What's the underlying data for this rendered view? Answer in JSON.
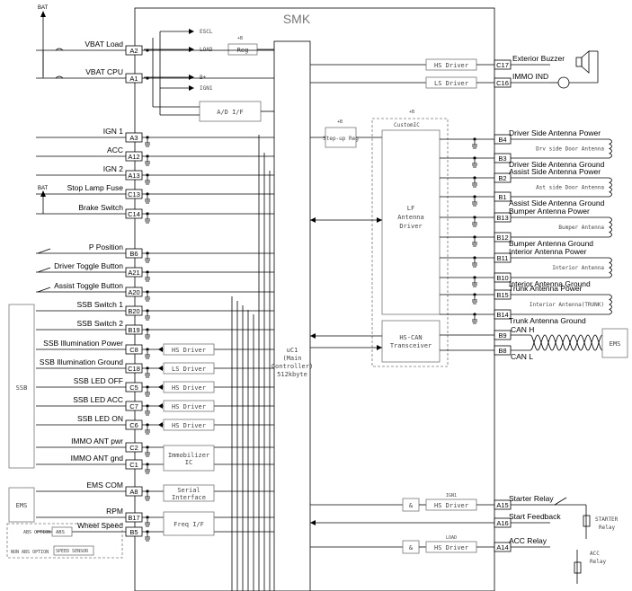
{
  "module": {
    "title": "SMK"
  },
  "top_left": {
    "bat1": "BAT",
    "bat2": "BAT"
  },
  "top_internal": {
    "escl": "ESCL",
    "load": "LOAD",
    "b_plus": "B+",
    "ign1": "IGN1",
    "reg": "Reg",
    "plus_b": "+B",
    "adif": "A/D I/F"
  },
  "left_pins": [
    {
      "label": "VBAT Load",
      "pin": "A2"
    },
    {
      "label": "VBAT CPU",
      "pin": "A1"
    },
    {
      "label": "IGN 1",
      "pin": "A3"
    },
    {
      "label": "ACC",
      "pin": "A12"
    },
    {
      "label": "IGN 2",
      "pin": "A13"
    },
    {
      "label": "Stop Lamp Fuse",
      "pin": "C13"
    },
    {
      "label": "Brake Switch",
      "pin": "C14"
    },
    {
      "label": "P Position",
      "pin": "B6"
    },
    {
      "label": "Driver Toggle Button",
      "pin": "A21"
    },
    {
      "label": "Assist Toggle Button",
      "pin": "A20"
    },
    {
      "label": "SSB Switch 1",
      "pin": "B20"
    },
    {
      "label": "SSB Switch 2",
      "pin": "B19"
    },
    {
      "label": "SSB Illumination Power",
      "pin": "C8"
    },
    {
      "label": "SSB Illumination Ground",
      "pin": "C18"
    },
    {
      "label": "SSB LED OFF",
      "pin": "C5"
    },
    {
      "label": "SSB LED ACC",
      "pin": "C7"
    },
    {
      "label": "SSB LED ON",
      "pin": "C6"
    },
    {
      "label": "IMMO ANT pwr",
      "pin": "C2"
    },
    {
      "label": "IMMO ANT gnd",
      "pin": "C1"
    },
    {
      "label": "EMS COM",
      "pin": "A8"
    },
    {
      "label": "RPM",
      "pin": "B17"
    },
    {
      "label": "Wheel Speed",
      "pin": "B5"
    }
  ],
  "left_drivers": [
    "HS Driver",
    "LS Driver",
    "HS Driver",
    "HS Driver",
    "HS Driver"
  ],
  "left_blocks": {
    "immobilizer": "Immobilizer IC",
    "serial": "Serial Interface",
    "freq": "Freq I/F"
  },
  "external_left": {
    "ssb": "SSB",
    "ems": "EMS",
    "abs_option": "ABS OPTION",
    "abs": "ABS",
    "non_abs_option": "NON ABS OPTION",
    "speed_sensor": "SPEED SENSOR"
  },
  "mcu": {
    "line1": "uC1",
    "line2": "(Main",
    "line3": "Controller)",
    "line4": "512kbyte"
  },
  "center": {
    "step_up": "Step-up Reg",
    "custom_ic": "CustomIC",
    "lf_line1": "LF",
    "lf_line2": "Antenna",
    "lf_line3": "Driver",
    "hscan_line1": "HS-CAN",
    "hscan_line2": "Transceiver",
    "plus_b": "+B"
  },
  "right_top": [
    {
      "pin": "C17",
      "driver": "HS Driver",
      "label": "Exterior Buzzer"
    },
    {
      "pin": "C16",
      "driver": "LS Driver",
      "label": "IMMO IND"
    }
  ],
  "right_antenna": [
    {
      "pin": "B4",
      "label": "Driver Side Antenna Power"
    },
    {
      "pin": "B3",
      "label": "Driver Side Antenna Ground"
    },
    {
      "pin": "B2",
      "label": "Assist Side Antenna Power"
    },
    {
      "pin": "B1",
      "label": "Assist Side Antenna Ground"
    },
    {
      "pin": "B13",
      "label": "Bumper Antenna Power"
    },
    {
      "pin": "B12",
      "label": "Bumper Antenna Ground"
    },
    {
      "pin": "B11",
      "label": "Interior Antenna Power"
    },
    {
      "pin": "B10",
      "label": "Interior Antenna Ground"
    },
    {
      "pin": "B15",
      "label": "Trunk Antenna Power"
    },
    {
      "pin": "B14",
      "label": "Trunk Antenna Ground"
    }
  ],
  "antenna_names": [
    "Drv side Door Antenna",
    "Ast side Door Antenna",
    "Bumper Antenna",
    "Interior Antenna",
    "Interior Antenna(TRUNK)"
  ],
  "can": [
    {
      "pin": "B9",
      "label": "CAN H"
    },
    {
      "pin": "B8",
      "label": "CAN L"
    }
  ],
  "can_ems": "EMS",
  "right_bottom": [
    {
      "pin": "A15",
      "label": "Starter Relay",
      "driver": "HS Driver",
      "tag": "IGN1"
    },
    {
      "pin": "A16",
      "label": "Start Feedback"
    },
    {
      "pin": "A14",
      "label": "ACC Relay",
      "driver": "HS Driver",
      "tag": "LOAD"
    }
  ],
  "relays": {
    "starter_l1": "STARTER",
    "starter_l2": "Relay",
    "acc_l1": "ACC",
    "acc_l2": "Relay"
  },
  "and_gate": "&"
}
